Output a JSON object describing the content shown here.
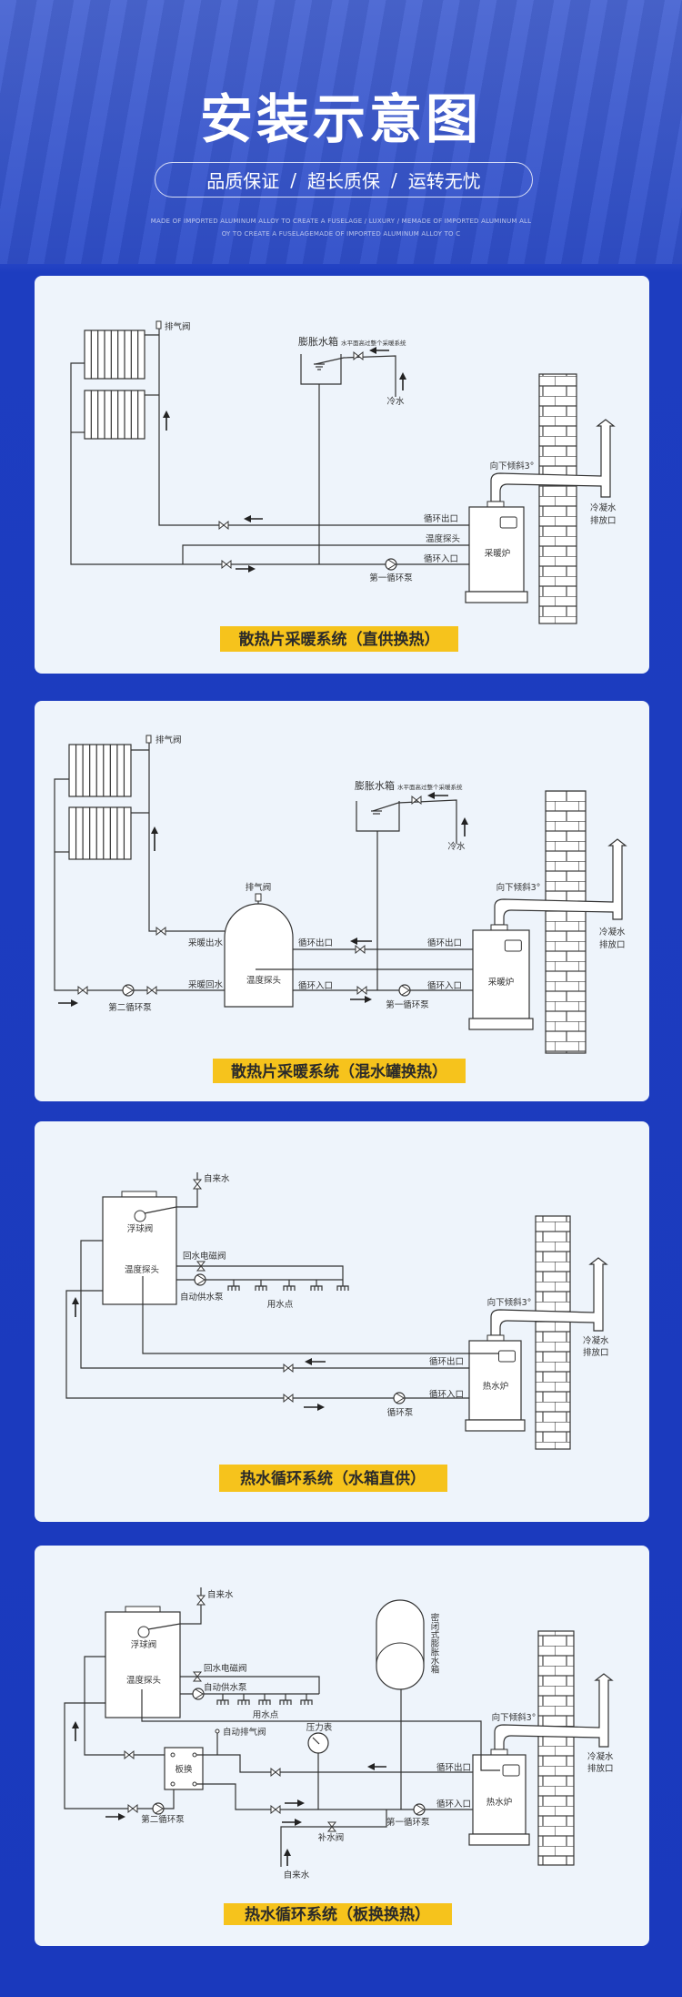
{
  "header": {
    "title": "安装示意图",
    "slogans": [
      "品质保证",
      "超长质保",
      "运转无忧"
    ],
    "separator": "/",
    "english_line1": "MADE OF IMPORTED ALUMINUM ALLOY TO CREATE A FUSELAGE / LUXURY / MEMADE OF IMPORTED ALUMINUM ALL",
    "english_line2": "OY TO CREATE A FUSELAGEMADE OF IMPORTED ALUMINUM ALLOY TO C"
  },
  "colors": {
    "background": "#1a39bd",
    "card": "#eef4fb",
    "banner": "#f6c31c",
    "line": "#333333"
  },
  "diagrams": [
    {
      "title": "散热片采暖系统（直供换热）",
      "labels": {
        "exhaust_valve": "排气阀",
        "expansion_tank": "膨胀水箱",
        "expansion_note": "水平面高过整个采暖系统",
        "cold_water": "冷水",
        "slope": "向下倾斜3°",
        "condensate": "冷凝水",
        "drain": "排放口",
        "outlet": "循环出口",
        "probe": "温度探头",
        "inlet": "循环入口",
        "boiler": "采暖炉",
        "pump1": "第一循环泵"
      }
    },
    {
      "title": "散热片采暖系统（混水罐换热）",
      "labels": {
        "exhaust_valve": "排气阀",
        "tank_exhaust_valve": "排气阀",
        "expansion_tank": "膨胀水箱",
        "expansion_note": "水平面高过整个采暖系统",
        "cold_water": "冷水",
        "heating_out": "采暖出水",
        "heating_return": "采暖回水",
        "probe": "温度探头",
        "outlet_left": "循环出口",
        "inlet_left": "循环入口",
        "outlet": "循环出口",
        "inlet": "循环入口",
        "pump2": "第二循环泵",
        "pump1": "第一循环泵",
        "boiler": "采暖炉",
        "slope": "向下倾斜3°",
        "condensate": "冷凝水",
        "drain": "排放口"
      }
    },
    {
      "title": "热水循环系统（水箱直供）",
      "labels": {
        "tap_water": "自来水",
        "float_valve": "浮球阀",
        "probe": "温度探头",
        "solenoid": "回水电磁阀",
        "supply_pump": "自动供水泵",
        "use_point": "用水点",
        "outlet": "循环出口",
        "inlet": "循环入口",
        "pump": "循环泵",
        "boiler": "热水炉",
        "slope": "向下倾斜3°",
        "condensate": "冷凝水",
        "drain": "排放口"
      }
    },
    {
      "title": "热水循环系统（板换换热）",
      "labels": {
        "tap_water": "自来水",
        "float_valve": "浮球阀",
        "probe": "温度探头",
        "solenoid": "回水电磁阀",
        "supply_pump": "自动供水泵",
        "use_point": "用水点",
        "auto_vent": "自动排气阀",
        "gauge": "压力表",
        "plate_hx": "板换",
        "sealed_tank": "密闭式膨胀水箱",
        "outlet": "循环出口",
        "inlet": "循环入口",
        "pump1": "第一循环泵",
        "pump2": "第二循环泵",
        "makeup_valve": "补水阀",
        "tap_water2": "自来水",
        "boiler": "热水炉",
        "slope": "向下倾斜3°",
        "condensate": "冷凝水",
        "drain": "排放口"
      }
    }
  ]
}
